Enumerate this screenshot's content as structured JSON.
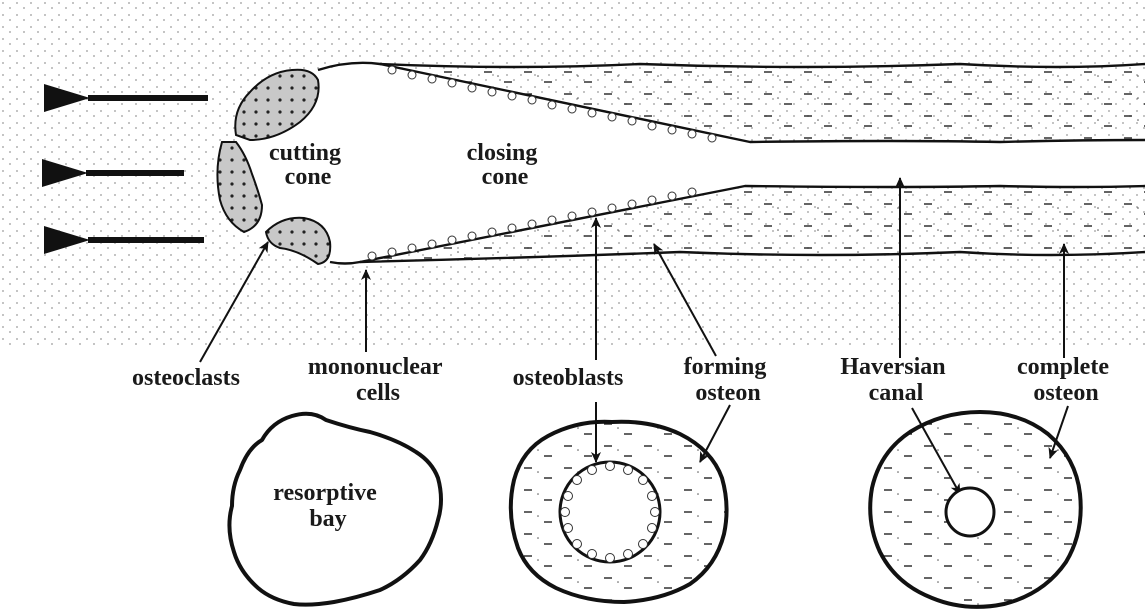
{
  "labels": {
    "cutting_cone": [
      "cutting",
      "cone"
    ],
    "closing_cone": [
      "closing",
      "cone"
    ],
    "osteoclasts": "osteoclasts",
    "mononuclear_cells": [
      "mononuclear",
      "cells"
    ],
    "osteoblasts": "osteoblasts",
    "forming_osteon": [
      "forming",
      "osteon"
    ],
    "haversian_canal": [
      "Haversian",
      "canal"
    ],
    "complete_osteon": [
      "complete",
      "osteon"
    ],
    "resorptive_bay": [
      "resorptive",
      "bay"
    ]
  }
}
